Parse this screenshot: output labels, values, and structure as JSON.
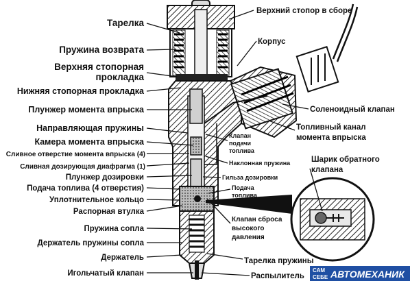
{
  "labels": {
    "tarelka": "Тарелка",
    "pruzhina_vozvrata": "Пружина возврата",
    "verkh_prokladka_1": "Верхняя стопорная",
    "verkh_prokladka_2": "прокладка",
    "nizh_prokladka": "Нижняя стопорная прокладка",
    "plunzher_momenta": "Плунжер момента впрыска",
    "napravlyayushchaya": "Направляющая пружины",
    "kamera": "Камера момента впрыска",
    "slivnoe_otverstie": "Сливное отверстие момента впрыска (4)",
    "slivnaya_diafragma": "Сливная дозирующая диафрагма (1)",
    "plunzher_dozirovki": "Плунжер дозировки",
    "podacha_4": "Подача топлива (4 отверстия)",
    "uplotnitelnoe": "Уплотнительное кольцо",
    "raspornaya": "Распорная втулка",
    "pruzhina_sopla": "Пружина сопла",
    "derzhatel_pruzhiny": "Держатель пружины сопла",
    "derzhatel": "Держатель",
    "igolchatyy": "Игольчатый клапан",
    "verkhniy_stopor": "Верхний стопор в сборе",
    "korpus": "Корпус",
    "solenoidnyy": "Соленоидный клапан",
    "toplivnyy_kanal_1": "Топливный канал",
    "toplivnyy_kanal_2": "момента впрыска",
    "klapan_podachi_1": "Клапан",
    "klapan_podachi_2": "подачи",
    "klapan_podachi_3": "топлива",
    "naklonnaya": "Наклонная пружина",
    "gilza": "Гильза дозировки",
    "podacha_1": "Подача",
    "podacha_2": "топлива",
    "sharik_1": "Шарик обратного",
    "sharik_2": "клапана",
    "klapan_sbrosa_1": "Клапан сброса",
    "klapan_sbrosa_2": "высокого",
    "klapan_sbrosa_3": "давления",
    "tarelka_pruzhiny": "Тарелка пружины",
    "raspylitel": "Распылитель"
  },
  "logo": {
    "line1": "САМ",
    "line2": "СЕБЕ",
    "brand": "АВТОМЕХАНИК"
  },
  "colors": {
    "logo_bg": "#1f4fa3",
    "ink": "#111111"
  }
}
